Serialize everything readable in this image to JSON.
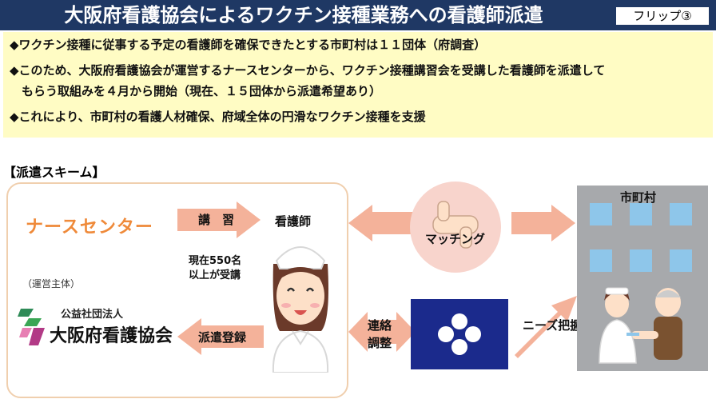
{
  "header": {
    "title": "大阪府看護協会によるワクチン接種業務への看護師派遣",
    "flip_label": "フリップ③"
  },
  "bullets": [
    "◆ワクチン接種に従事する予定の看護師を確保できたとする市町村は１１団体（府調査）",
    "◆このため、大阪府看護協会が運営するナースセンターから、ワクチン接種講習会を受講した看護師を派遣して",
    "　もらう取組みを４月から開始（現在、１５団体から派遣希望あり）",
    "◆これにより、市町村の看護人材確保、府域全体の円滑なワクチン接種を支援"
  ],
  "scheme": {
    "section_label": "【派遣スキーム】",
    "nurse_center": "ナースセンター",
    "operator_label": "（運営主体）",
    "org_type": "公益社団法人",
    "org_name": "大阪府看護協会",
    "lecture_label": "講　習",
    "dispatch_label": "派遣登録",
    "nurse_label": "看護師",
    "nurse_count_line1": "現在550名",
    "nurse_count_line2": "以上が受講",
    "matching_label": "マッチング",
    "liaison_line1": "連絡",
    "liaison_line2": "調整",
    "needs_label": "ニーズ把握",
    "municipality_label": "市町村"
  },
  "colors": {
    "title_bg": "#1f3864",
    "bullet_bg": "#fffcc4",
    "arrow": "#f4b29a",
    "nurse_center_text": "#ef8a3a",
    "osaka_blue": "#1b2a8c",
    "building": "#a7a9ac",
    "window": "#8ec6ea"
  }
}
